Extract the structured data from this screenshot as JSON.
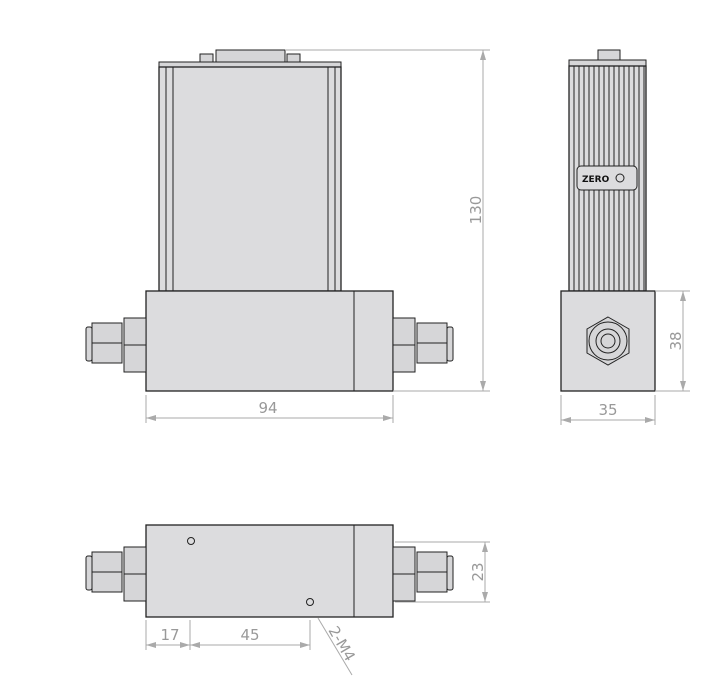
{
  "dimensions": {
    "front_height": "130",
    "front_width": "94",
    "side_height": "38",
    "side_width": "35",
    "bottom_port_height": "23",
    "bottom_hole_offset": "17",
    "bottom_hole_spacing": "45",
    "bottom_thread": "2-M4"
  },
  "labels": {
    "zero_button": "ZERO"
  },
  "colors": {
    "body": "#dcdcde",
    "outline": "#222222",
    "dimension": "#aaaaaa"
  }
}
